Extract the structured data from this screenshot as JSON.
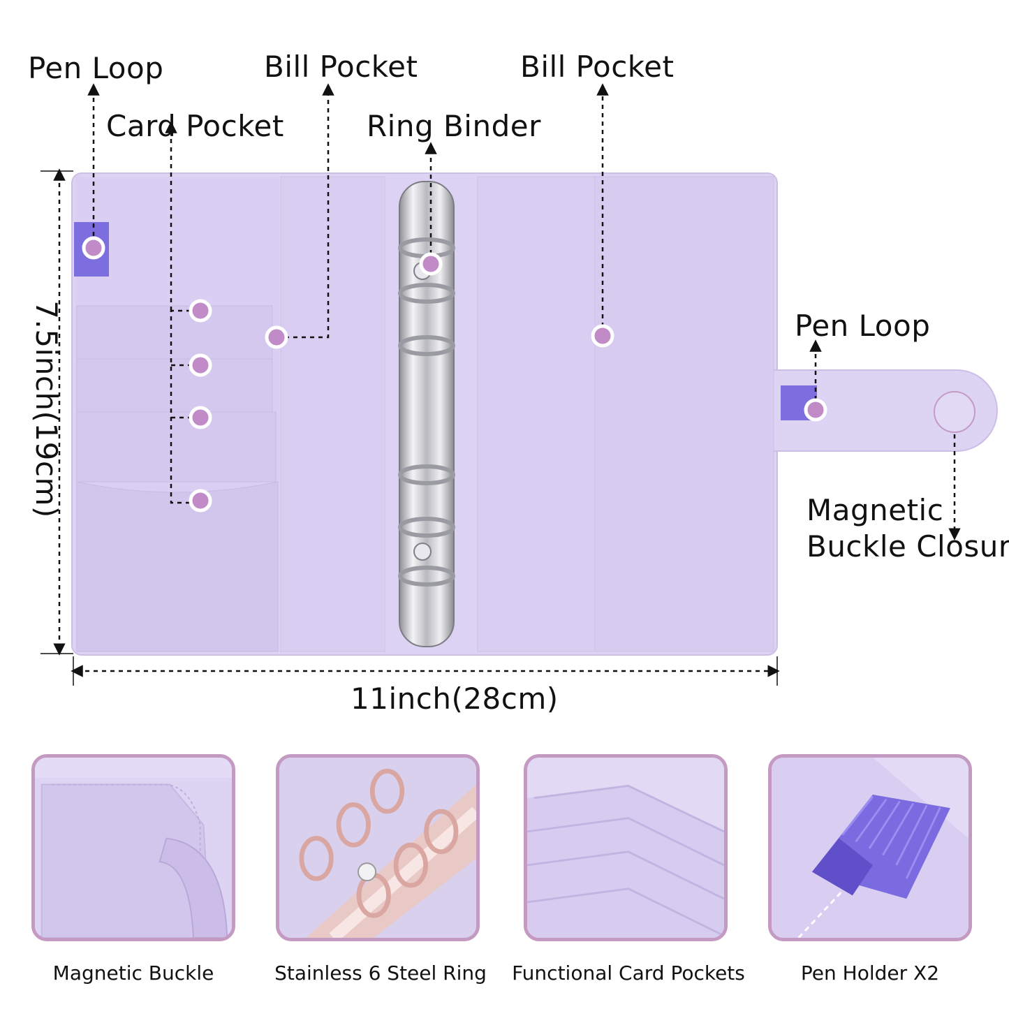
{
  "labels": {
    "pen_loop_left": "Pen  Loop",
    "card_pocket": "Card Pocket",
    "bill_pocket_left": "Bill Pocket",
    "ring_binder": "Ring Binder",
    "bill_pocket_right": "Bill Pocket",
    "pen_loop_right": "Pen  Loop",
    "magnetic_line1": "Magnetic",
    "magnetic_line2": "Buckle Closure",
    "height_dim": "7.5inch(19cm)",
    "width_dim": "11inch(28cm)"
  },
  "captions": [
    "Magnetic Buckle",
    "Stainless 6 Steel Ring",
    "Functional Card Pockets",
    "Pen Holder X2"
  ],
  "colors": {
    "cover": "#ddd3f3",
    "pocket": "#d5c9ef",
    "elastic": "#7d6ee0",
    "marker": "#c08bc6",
    "thumb_border": "#c59ac2",
    "metal": "#c9c9cf"
  }
}
